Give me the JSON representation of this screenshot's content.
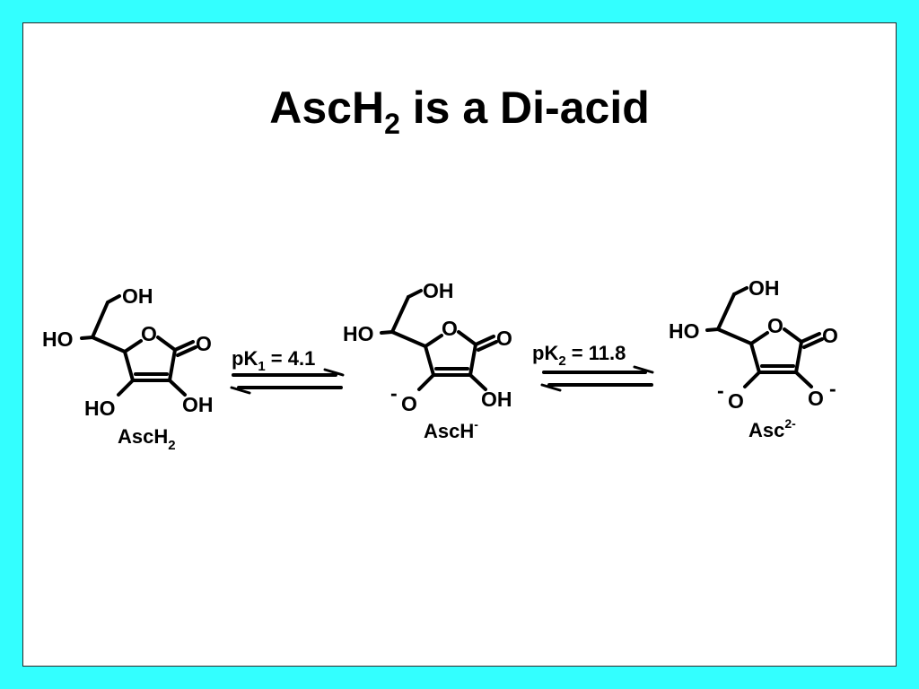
{
  "title": {
    "main": "AscH",
    "sub": "2",
    "rest": " is a Di-acid"
  },
  "molecules": [
    {
      "name": "AscH2",
      "label_main": "AscH",
      "label_sup": "",
      "label_sub": "2",
      "side_oh": "OH",
      "ho": "HO",
      "ring_o": "O",
      "carbonyl_o": "O",
      "left_sub_charge": "",
      "left_sub": "HO",
      "right_sub": "OH",
      "right_sub_charge": ""
    },
    {
      "name": "AscH-",
      "label_main": "AscH",
      "label_sup": "-",
      "label_sub": "",
      "side_oh": "OH",
      "ho": "HO",
      "ring_o": "O",
      "carbonyl_o": "O",
      "left_sub_charge": "-",
      "left_sub": "O",
      "right_sub": "OH",
      "right_sub_charge": ""
    },
    {
      "name": "Asc2-",
      "label_main": "Asc",
      "label_sup": "2-",
      "label_sub": "",
      "side_oh": "OH",
      "ho": "HO",
      "ring_o": "O",
      "carbonyl_o": "O",
      "left_sub_charge": "-",
      "left_sub": "O",
      "right_sub": "O",
      "right_sub_charge": "-"
    }
  ],
  "equilibria": [
    {
      "pk_main": "pK",
      "pk_sub": "1",
      "pk_value": " = 4.1"
    },
    {
      "pk_main": "pK",
      "pk_sub": "2",
      "pk_value": " = 11.8"
    }
  ]
}
